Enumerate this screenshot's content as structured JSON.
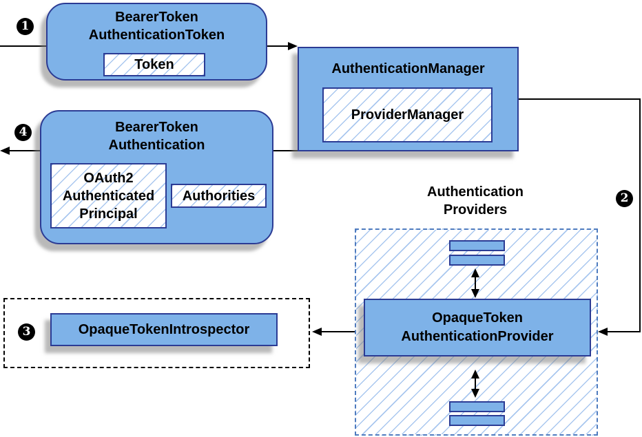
{
  "request_token_box": {
    "badge": "1",
    "title": [
      "BearerToken",
      "AuthenticationToken"
    ],
    "token": "Token"
  },
  "authentication_manager_box": {
    "title": "AuthenticationManager",
    "provider_manager": "ProviderManager"
  },
  "authentication_result_box": {
    "badge": "4",
    "title": [
      "BearerToken",
      "Authentication"
    ],
    "principal": [
      "OAuth2",
      "Authenticated",
      "Principal"
    ],
    "authorities": "Authorities"
  },
  "introspector_box": {
    "badge": "3",
    "label": "OpaqueTokenIntrospector"
  },
  "providers_area": {
    "badge": "2",
    "heading": [
      "Authentication",
      "Providers"
    ],
    "provider": [
      "OpaqueToken",
      "AuthenticationProvider"
    ]
  },
  "colors": {
    "node_fill": "#7eb2e8",
    "node_border": "#2b3b94",
    "hatch_line": "#a9c7ef",
    "providers_border": "#4e7bbf",
    "connector": "#000000",
    "badge_bg": "#000000",
    "badge_text": "#ffffff",
    "shadow": "#9a9a9a"
  }
}
